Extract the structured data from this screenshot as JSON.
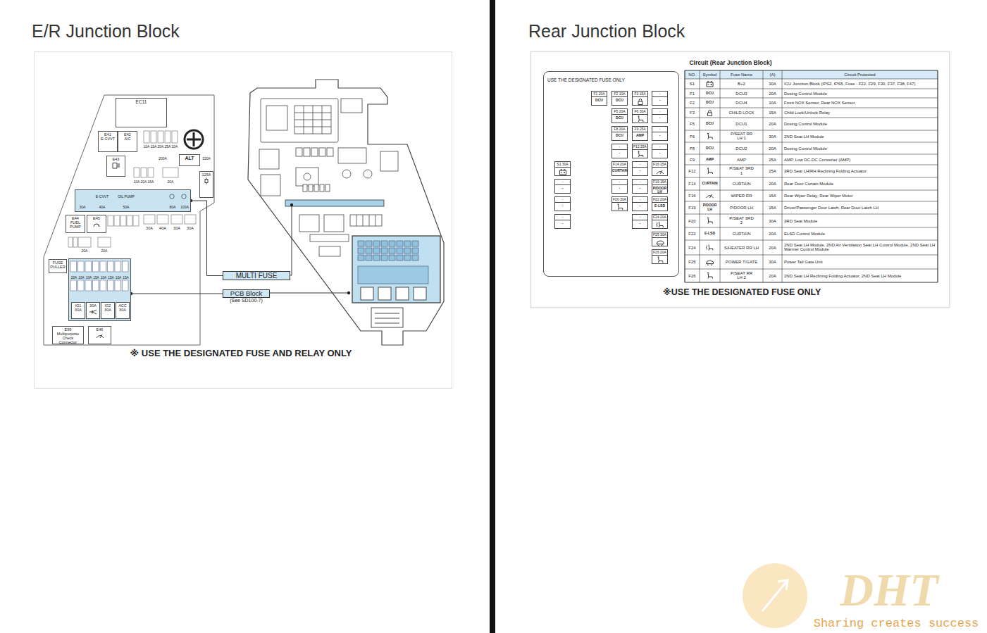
{
  "diagram": {
    "nodes": [
      {
        "text": [
          "E/R Junction Block"
        ]
      },
      {
        "text": [
          "EC11"
        ],
        "in": 0
      },
      {
        "text": [
          "E41",
          "E-CVVT"
        ],
        "in": 0
      },
      {
        "text": [
          "E42",
          "A/C"
        ],
        "in": 0
      },
      {
        "text": [
          "E43"
        ],
        "in": 0
      },
      {
        "text": [
          "ALT"
        ],
        "in": 0
      },
      {
        "text": [
          "125A"
        ],
        "in": 0
      },
      {
        "text": [
          "30A",
          "E-CVVT",
          "40A",
          "OIL PUMP",
          "50A",
          "80A",
          "100A"
        ],
        "in": 0
      },
      {
        "text": [
          "E44",
          "FUEL PUMP"
        ],
        "in": 0
      },
      {
        "text": [
          "E45"
        ],
        "in": 0
      },
      {
        "text": [
          "FUSE PULLER"
        ],
        "in": 0
      },
      {
        "text": [
          "20A",
          "10A",
          "10A",
          "15A",
          "10A",
          "15A",
          "10A",
          "15A"
        ],
        "in": 0
      },
      {
        "text": [
          "IG1",
          "30A"
        ],
        "in": 11
      },
      {
        "text": [
          "30A"
        ],
        "in": 11
      },
      {
        "text": [
          "IG2",
          "30A"
        ],
        "in": 11
      },
      {
        "text": [
          "ACC",
          "30A"
        ],
        "in": 11
      },
      {
        "text": [
          "E99",
          "Multipurpose Check Connector"
        ],
        "in": 0
      },
      {
        "text": [
          "E46"
        ],
        "in": 0
      },
      {
        "text": [
          "MULTI FUSE"
        ],
        "in": 0
      },
      {
        "text": [
          "PCB Block",
          "(See SD100-7)"
        ],
        "in": 0
      },
      {
        "text": [
          "Rear Junction Block"
        ]
      },
      {
        "text": [
          "USE THE DESIGNATED FUSE ONLY"
        ],
        "in": 20
      },
      {
        "text": [
          "F1 20A",
          "DCU"
        ],
        "in": 21
      },
      {
        "text": [
          "F2 10A",
          "DCU"
        ],
        "in": 21
      },
      {
        "text": [
          "F3 15A"
        ],
        "in": 21
      },
      {
        "text": [
          "-",
          "-"
        ],
        "in": 21
      },
      {
        "text": [
          "F5 20A",
          "DCU"
        ],
        "in": 21
      },
      {
        "text": [
          "F6 30A"
        ],
        "in": 21
      },
      {
        "text": [
          "-",
          "-"
        ],
        "in": 21
      },
      {
        "text": [
          "F8 20A",
          "DCU"
        ],
        "in": 21
      },
      {
        "text": [
          "F9 25A",
          "AMP"
        ],
        "in": 21
      },
      {
        "text": [
          "-",
          "-"
        ],
        "in": 21
      },
      {
        "text": [
          "-",
          "-"
        ],
        "in": 21
      },
      {
        "text": [
          "F12 25A"
        ],
        "in": 21
      },
      {
        "text": [
          "-",
          "-"
        ],
        "in": 21
      },
      {
        "text": [
          "S1 30A"
        ],
        "in": 21
      },
      {
        "text": [
          "F14 20A",
          "CURTAIN"
        ],
        "in": 21
      },
      {
        "text": [
          "-",
          "-"
        ],
        "in": 21
      },
      {
        "text": [
          "F16 15A"
        ],
        "in": 21
      },
      {
        "text": [
          "-",
          "-"
        ],
        "in": 21
      },
      {
        "text": [
          "-",
          "-"
        ],
        "in": 21
      },
      {
        "text": [
          "-",
          "-"
        ],
        "in": 21
      },
      {
        "text": [
          "F19 15A",
          "P/DOOR LH"
        ],
        "in": 21
      },
      {
        "text": [
          "-",
          "-"
        ],
        "in": 21
      },
      {
        "text": [
          "F20 30A"
        ],
        "in": 21
      },
      {
        "text": [
          "-",
          "-"
        ],
        "in": 21
      },
      {
        "text": [
          "F22 20A",
          "E-LSD"
        ],
        "in": 21
      },
      {
        "text": [
          "-",
          "-"
        ],
        "in": 21
      },
      {
        "text": [
          "-",
          "-"
        ],
        "in": 21
      },
      {
        "text": [
          "F24 20A"
        ],
        "in": 21
      },
      {
        "text": [
          "F25 30A"
        ],
        "in": 21
      },
      {
        "text": [
          "F26 20A"
        ],
        "in": 21
      }
    ],
    "edges": [
      {
        "from": 18,
        "to": 7,
        "arrow": "none"
      },
      {
        "from": 19,
        "to": 11,
        "arrow": "none"
      }
    ],
    "labels": [
      "10A",
      "15A",
      "20A",
      "25A",
      "10A",
      "200A",
      "220A",
      "10A",
      "20A",
      "15A",
      "20A",
      "30A",
      "40A",
      "30A",
      "30A",
      "20A",
      "20A",
      "※ USE THE DESIGNATED FUSE AND RELAY ONLY",
      "Circuit (Rear Junction Block)",
      "NO.",
      "Symbol",
      "Fuse Name",
      "(A)",
      "Circuit Protected",
      "S1",
      "B+2",
      "30A",
      "ICU Junction Block (IPS2, IPS5, Fuse - F22, F29, F30, F37, F38, F47)",
      "F1",
      "DCU",
      "DCU3",
      "20A",
      "Dosing Control Module",
      "F2",
      "DCU",
      "DCU4",
      "10A",
      "Front NOX Sensor, Rear NOX Sensor",
      "F3",
      "CHILD LOCK",
      "15A",
      "Child Lock/Unlock Relay",
      "F5",
      "DCU",
      "DCU1",
      "20A",
      "Dosing Control Module",
      "F6",
      "P/SEAT RR LH 1",
      "30A",
      "2ND Seat LH Module",
      "F8",
      "DCU",
      "DCU2",
      "20A",
      "Dosing Control Module",
      "F9",
      "AMP",
      "AMP",
      "25A",
      "AMP, Low DC-DC Converter (AMP)",
      "F12",
      "P/SEAT 3RD 1",
      "25A",
      "3RD Seat LH/RH Reclining Folding Actuator",
      "F14",
      "CURTAIN",
      "CURTAIN",
      "20A",
      "Rear Door Curtain Module",
      "F16",
      "WIPER RR",
      "15A",
      "Rear Wiper Relay, Rear Wiper Motor",
      "F19",
      "P/DOOR LH",
      "P/DOOR LH",
      "15A",
      "Driver/Passenger Door Latch, Rear Door Latch LH",
      "F20",
      "P/SEAT 3RD 2",
      "30A",
      "3RD Seat Module",
      "F22",
      "E-LSD",
      "CURTAIN",
      "20A",
      "ELSD Control Module",
      "F24",
      "S/HEATER RR LH",
      "20A",
      "2ND Seat LH Module, 2ND Air Ventilation Seat LH Control Module, 2ND Seat LH Warmer Control Module",
      "F25",
      "POWER T/GATE",
      "30A",
      "Power Tail Gate Unit",
      "F26",
      "P/SEAT RR LH 2",
      "20A",
      "2ND Seat LH Reclining Folding Actuator, 2ND Seat LH Module",
      "※USE THE DESIGNATED FUSE ONLY",
      "DHT",
      "Sharing creates success"
    ]
  }
}
